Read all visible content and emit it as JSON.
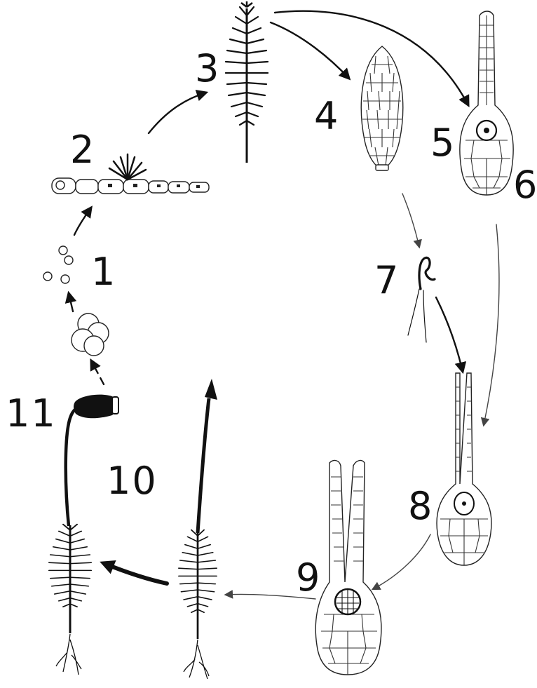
{
  "diagram": {
    "labels": {
      "spores": "1",
      "protonema": "2",
      "gametophyte_shoot": "3",
      "antheridium": "4",
      "archegonium": "5",
      "archegonium_alt": "6",
      "sperm": "7",
      "fertilization": "8",
      "zygote": "9",
      "young_sporophyte": "10",
      "mature_sporophyte": "11"
    },
    "colors": {
      "ink": "#111111",
      "background": "#ffffff"
    },
    "icons": {
      "spores": "spore-dots",
      "spore-tetrad": "spore-tetrad",
      "protonema": "filament",
      "shoot": "leafy-shoot",
      "antheridium": "cell-sac",
      "archegonium": "flask-organ",
      "sperm": "flagellated-sperm",
      "capsule": "capsule"
    }
  }
}
